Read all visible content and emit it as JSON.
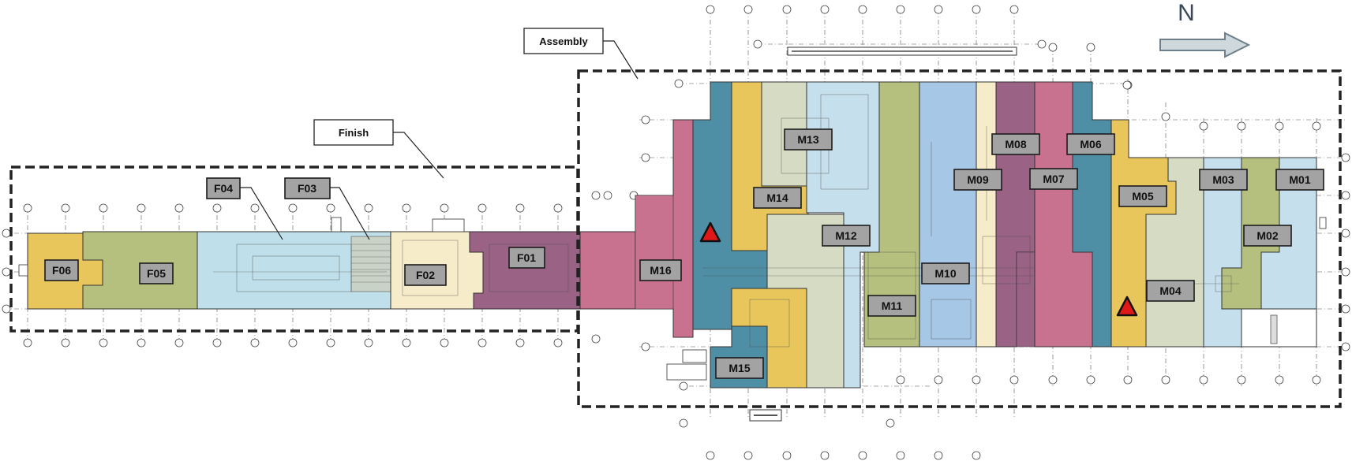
{
  "callouts": {
    "assembly": "Assembly",
    "finish": "Finish"
  },
  "north_label": "N",
  "zones": {
    "F01": "F01",
    "F02": "F02",
    "F03": "F03",
    "F04": "F04",
    "F05": "F05",
    "F06": "F06",
    "M01": "M01",
    "M02": "M02",
    "M03": "M03",
    "M04": "M04",
    "M05": "M05",
    "M06": "M06",
    "M07": "M07",
    "M08": "M08",
    "M09": "M09",
    "M10": "M10",
    "M11": "M11",
    "M12": "M12",
    "M13": "M13",
    "M14": "M14",
    "M15": "M15",
    "M16": "M16"
  },
  "zone_colors": {
    "yellow": "#e8c65c",
    "olive": "#b5bf7e",
    "light_blue": "#bfe0ea",
    "cream": "#f7ecc9",
    "plum": "#9a6284",
    "pink": "#c9728f",
    "teal": "#4f8fa6",
    "grey_green": "#d6dcc4",
    "blue": "#a7c7e6",
    "pale_blue": "#c6dfec"
  },
  "markers": [
    "hazard-triangle",
    "hazard-triangle"
  ]
}
